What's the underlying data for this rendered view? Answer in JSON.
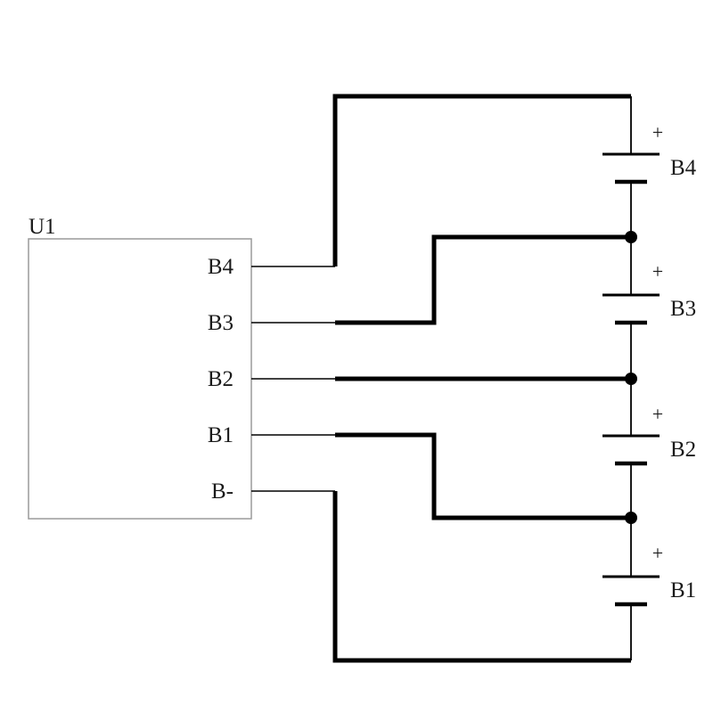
{
  "component": {
    "ref": "U1",
    "pins": [
      "B4",
      "B3",
      "B2",
      "B1",
      "B-"
    ]
  },
  "cells": [
    {
      "name": "B4",
      "polarity": "+"
    },
    {
      "name": "B3",
      "polarity": "+"
    },
    {
      "name": "B2",
      "polarity": "+"
    },
    {
      "name": "B1",
      "polarity": "+"
    }
  ],
  "colors": {
    "wire": "#000000",
    "box": "#9a9a9a",
    "text": "#1a1a1a"
  }
}
